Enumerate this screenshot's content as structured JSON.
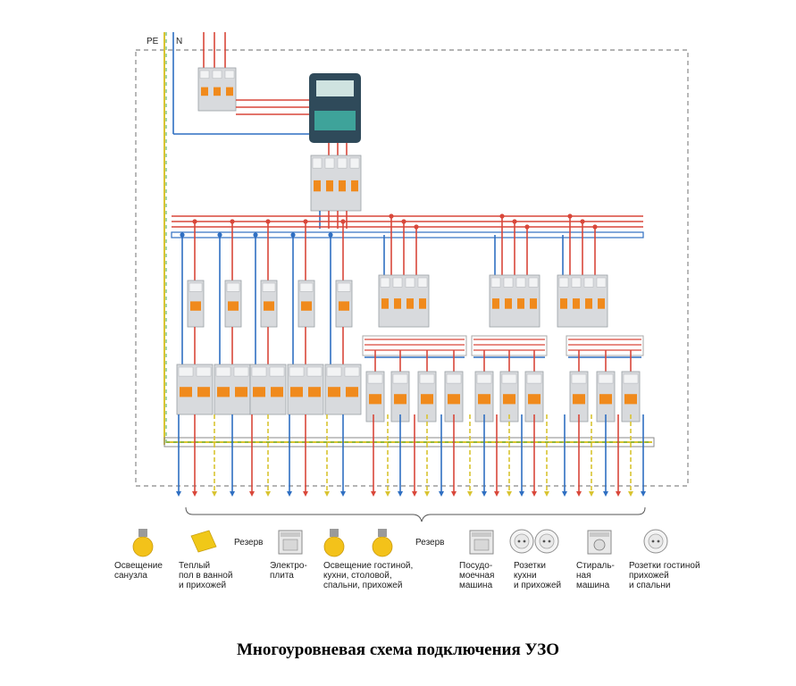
{
  "bus_labels": {
    "pe": "PE",
    "n": "N"
  },
  "reserve_labels": [
    "Резерв",
    "Резерв"
  ],
  "loads": [
    {
      "label": "Освещение\nсанузла",
      "icon": "lamp-icon"
    },
    {
      "label": "Теплый\nпол в ванной\nи прихожей",
      "icon": "floor-heating-icon"
    },
    {
      "label": "Электро-\nплита",
      "icon": "stove-icon"
    },
    {
      "label": "Освещение гостиной,\nкухни, столовой,\nспальни, прихожей",
      "icon": "lamp-icon"
    },
    {
      "label": "Посудо-\nмоечная\nмашина",
      "icon": "dishwasher-icon"
    },
    {
      "label": "Розетки\nкухни\nи прихожей",
      "icon": "socket-icon"
    },
    {
      "label": "Стираль-\nная\nмашина",
      "icon": "washing-machine-icon"
    },
    {
      "label": "Розетки гостиной\nприхожей\nи спальни",
      "icon": "socket-icon"
    }
  ],
  "caption": "Многоуровневая схема подключения УЗО",
  "colors": {
    "phase": "#d9473a",
    "neutral": "#2f6fc2",
    "ground_yellow": "#d9c431",
    "ground_green": "#4aa84a",
    "breaker_body": "#d8dadd",
    "breaker_lever": "#f08a1c",
    "meter_body": "#2f4a5a",
    "meter_panel": "#3ea39a",
    "enclosure": "#888888"
  }
}
